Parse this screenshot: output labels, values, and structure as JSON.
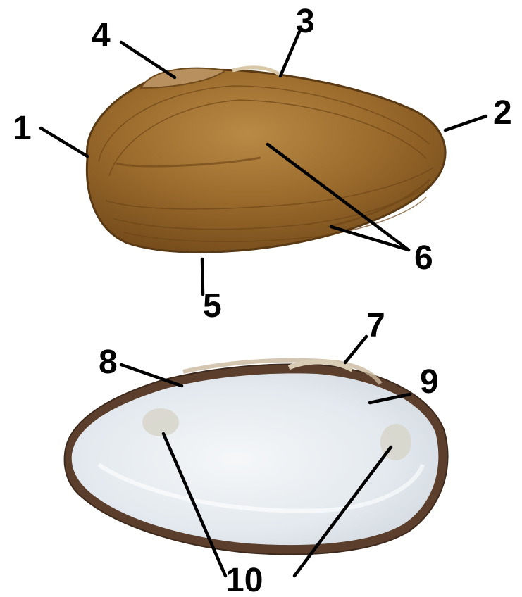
{
  "labels": {
    "l1": "1",
    "l2": "2",
    "l3": "3",
    "l4": "4",
    "l5": "5",
    "l6": "6",
    "l7": "7",
    "l8": "8",
    "l9": "9",
    "l10": "10"
  },
  "colors": {
    "shell_outer": "#8a5a22",
    "shell_inner": "#e9eef2",
    "lines": "#000000"
  }
}
